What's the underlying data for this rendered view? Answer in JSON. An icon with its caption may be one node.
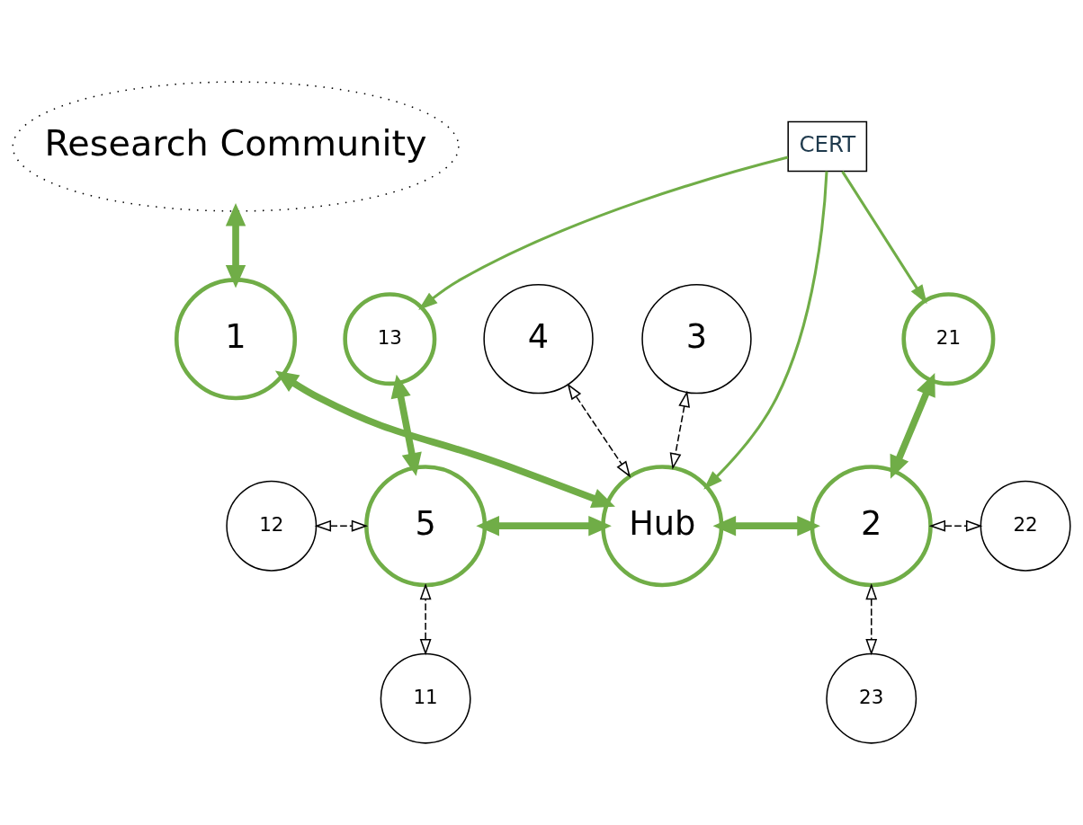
{
  "diagram": {
    "nodes": [
      {
        "text": [
          "Research Community"
        ]
      },
      {
        "text": [
          "CERT"
        ]
      },
      {
        "text": [
          "13"
        ]
      },
      {
        "text": [
          "1"
        ]
      },
      {
        "text": [
          "21"
        ]
      },
      {
        "text": [
          "12"
        ]
      },
      {
        "text": [
          "5"
        ]
      },
      {
        "text": [
          "Hub"
        ]
      },
      {
        "text": [
          "2"
        ]
      },
      {
        "text": [
          "22"
        ]
      },
      {
        "text": [
          "11"
        ]
      },
      {
        "text": [
          "23"
        ]
      },
      {
        "text": [
          "4"
        ]
      },
      {
        "text": [
          "3"
        ]
      }
    ],
    "edges": [
      {
        "from": 0,
        "to": 3,
        "arrow": "both",
        "style": "thick"
      },
      {
        "from": 1,
        "to": 2,
        "arrow": "to"
      },
      {
        "from": 1,
        "to": 4,
        "arrow": "to"
      },
      {
        "from": 1,
        "to": 7,
        "arrow": "to"
      },
      {
        "from": 3,
        "to": 7,
        "arrow": "both",
        "style": "thick"
      },
      {
        "from": 2,
        "to": 6,
        "arrow": "both",
        "style": "thick"
      },
      {
        "from": 6,
        "to": 7,
        "arrow": "both",
        "style": "thick"
      },
      {
        "from": 7,
        "to": 8,
        "arrow": "both",
        "style": "thick"
      },
      {
        "from": 8,
        "to": 4,
        "arrow": "both",
        "style": "thick"
      },
      {
        "from": 5,
        "to": 6,
        "arrow": "both",
        "style": "dashed",
        "color": "#000000"
      },
      {
        "from": 10,
        "to": 6,
        "arrow": "both",
        "style": "dashed",
        "color": "#000000"
      },
      {
        "from": 8,
        "to": 9,
        "arrow": "both",
        "style": "dashed",
        "color": "#000000"
      },
      {
        "from": 8,
        "to": 11,
        "arrow": "both",
        "style": "dashed",
        "color": "#000000"
      },
      {
        "from": 12,
        "to": 7,
        "arrow": "both",
        "style": "dashed",
        "color": "#000000"
      },
      {
        "from": 13,
        "to": 7,
        "arrow": "both",
        "style": "dashed",
        "color": "#000000"
      }
    ]
  }
}
